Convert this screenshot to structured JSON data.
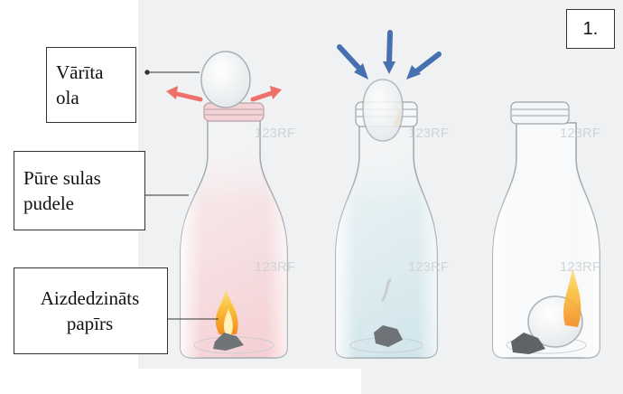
{
  "labels": {
    "egg": [
      "Vārīta",
      "ola"
    ],
    "bottle": [
      "Pūre sulas",
      "pudele"
    ],
    "paper": [
      "Aizdedzināts",
      "papīrs"
    ]
  },
  "step_number": "1.",
  "watermark": "123RF",
  "colors": {
    "background_panel": "#eff1f2",
    "pressure_arrows": "#4770b0",
    "escape_arrows": "#ef6f6a",
    "flame": "#f6a829",
    "bottle_tint_hot": "#f8d5d8",
    "bottle_tint_cool": "#d4e9ee"
  },
  "panels": [
    {
      "state": "egg on neck, heated air escaping",
      "arrows": "outward-red"
    },
    {
      "state": "egg pushed into neck",
      "arrows": "inward-blue"
    },
    {
      "state": "egg inside bottle",
      "arrows": "none"
    }
  ]
}
